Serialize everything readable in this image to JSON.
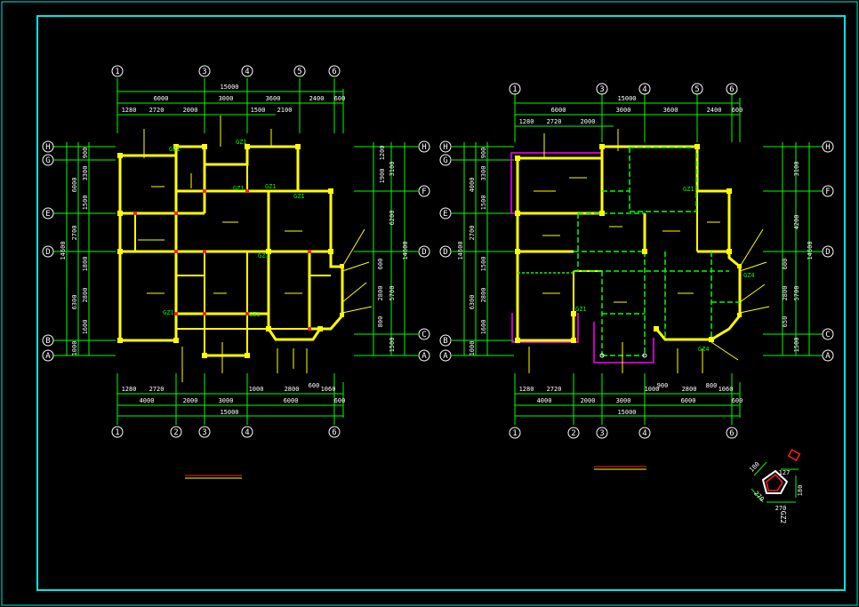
{
  "colors": {
    "background": "#000000",
    "frame": "#00e5e5",
    "dimension": "#00ff00",
    "wall": "#ffff00",
    "column": "#ffff00",
    "beam_dashed": "#00ff00",
    "leader": "#ffff00",
    "column_tag": "#00ff00",
    "highlight": "#ff00ff",
    "accent_red": "#ff2020",
    "label_text": "#ffffff"
  },
  "left_plan": {
    "top_axes": [
      "1",
      "3",
      "4",
      "5",
      "6"
    ],
    "bottom_axes": [
      "1",
      "2",
      "3",
      "4",
      "6"
    ],
    "side_axes": [
      "H",
      "G",
      "E",
      "D",
      "B",
      "A"
    ],
    "right_side_axes": [
      "H",
      "F",
      "D",
      "C",
      "A"
    ],
    "top_total": "15000",
    "top_dims_row1": [
      "6000",
      "3000",
      "3600",
      "2400",
      "600"
    ],
    "top_dims_row2": [
      "1280",
      "2720",
      "2000",
      "1500",
      "2100"
    ],
    "bottom_dims_row1": [
      "1280",
      "2720",
      "1000",
      "2800",
      "600",
      "1060"
    ],
    "bottom_dims_row2": [
      "4000",
      "2000",
      "3000",
      "6000",
      "600"
    ],
    "bottom_total": "15000",
    "left_dims_outer": [
      "14600"
    ],
    "left_dims_mid": [
      "6000",
      "2700",
      "6300"
    ],
    "left_dims_inner": [
      "900",
      "3300",
      "1500",
      "1800",
      "2800",
      "1600",
      "1000"
    ],
    "right_dims_outer": [
      "14600"
    ],
    "right_dims_mid": [
      "6200",
      "5700"
    ],
    "right_dims_inner": [
      "1200",
      "3100",
      "1900",
      "600",
      "2800",
      "800",
      "1500"
    ],
    "column_tags": [
      "GZ1",
      "GZ1",
      "GZ1",
      "GZ1",
      "GZ1",
      "GZ1",
      "GZ1",
      "GZ1"
    ]
  },
  "right_plan": {
    "top_axes": [
      "1",
      "3",
      "4",
      "5",
      "6"
    ],
    "bottom_axes": [
      "1",
      "2",
      "3",
      "4",
      "6"
    ],
    "side_axes": [
      "H",
      "G",
      "E",
      "D",
      "B",
      "A"
    ],
    "right_side_axes": [
      "H",
      "F",
      "D",
      "C",
      "A"
    ],
    "top_total": "15000",
    "top_dims_row1": [
      "6000",
      "3000",
      "3600",
      "2400",
      "600"
    ],
    "top_dims_row2": [
      "1280",
      "2720",
      "2000"
    ],
    "bottom_dims_row1": [
      "1280",
      "2720",
      "1000",
      "900",
      "2800",
      "800",
      "1060"
    ],
    "bottom_dims_row2": [
      "4000",
      "2000",
      "3000",
      "6000",
      "600"
    ],
    "bottom_total": "15000",
    "left_dims_outer": [
      "14600"
    ],
    "left_dims_mid": [
      "4000",
      "2700",
      "6300"
    ],
    "left_dims_inner": [
      "900",
      "3300",
      "1500",
      "1500",
      "2800",
      "1600",
      "1000"
    ],
    "right_dims_outer": [
      "14600"
    ],
    "right_dims_mid": [
      "4200",
      "5700"
    ],
    "right_dims_inner": [
      "3100",
      "600",
      "2800",
      "650",
      "1500"
    ],
    "column_tags": [
      "GZ1",
      "GZ1",
      "GZ4",
      "GZ4"
    ]
  },
  "detail": {
    "label": "GZ2",
    "dims": [
      "180",
      "270",
      "180",
      "270",
      "127"
    ]
  }
}
